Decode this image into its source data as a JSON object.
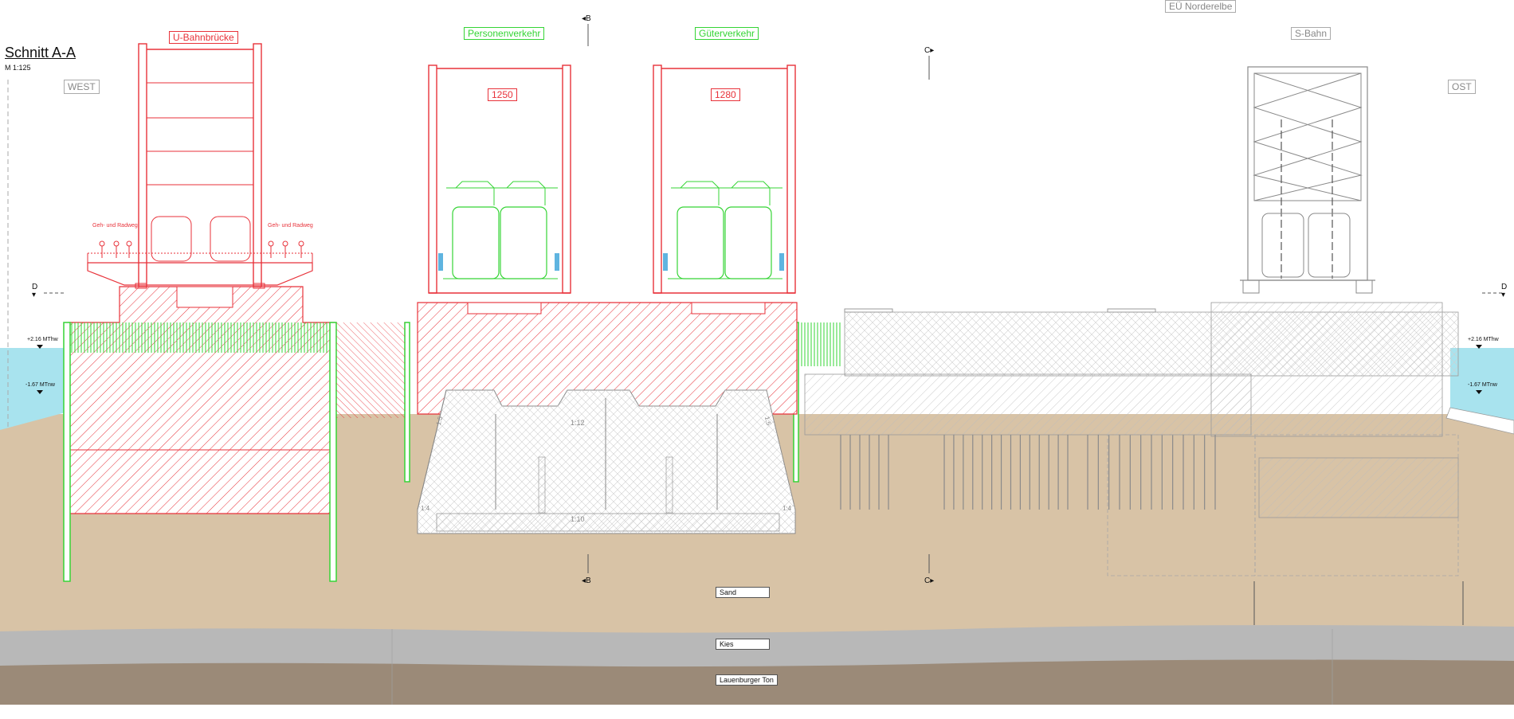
{
  "title": "Schnitt A-A",
  "scale": "M 1:125",
  "sides": {
    "west": "WEST",
    "ost": "OST"
  },
  "bridges": {
    "ubahn": "U-Bahnbrücke",
    "personen": "Personenverkehr",
    "gueter": "Güterverkehr",
    "sbahn": "S-Bahn",
    "eu": "EÜ Norderelbe"
  },
  "spans": {
    "personen": "1250",
    "gueter": "1280"
  },
  "section_marks": {
    "b": "B",
    "c": "C",
    "d": "D"
  },
  "walkway": "Geh- und Radweg",
  "water_levels": {
    "high": "+2.16 MThw",
    "low": "-1.67 MTnw"
  },
  "slopes": {
    "a": "1:12",
    "b": "1:10",
    "c": "1:4",
    "d": "1:5"
  },
  "ground_layers": [
    "Sand",
    "Kies",
    "Lauenburger Ton"
  ],
  "colors": {
    "new_structure": "#e8323a",
    "sheet_pile": "#35d435",
    "existing": "#8a8a8a",
    "water": "#a8e3ee",
    "sand": "#d8c3a6",
    "kies": "#b8b8b8",
    "ton": "#9b8a78"
  }
}
